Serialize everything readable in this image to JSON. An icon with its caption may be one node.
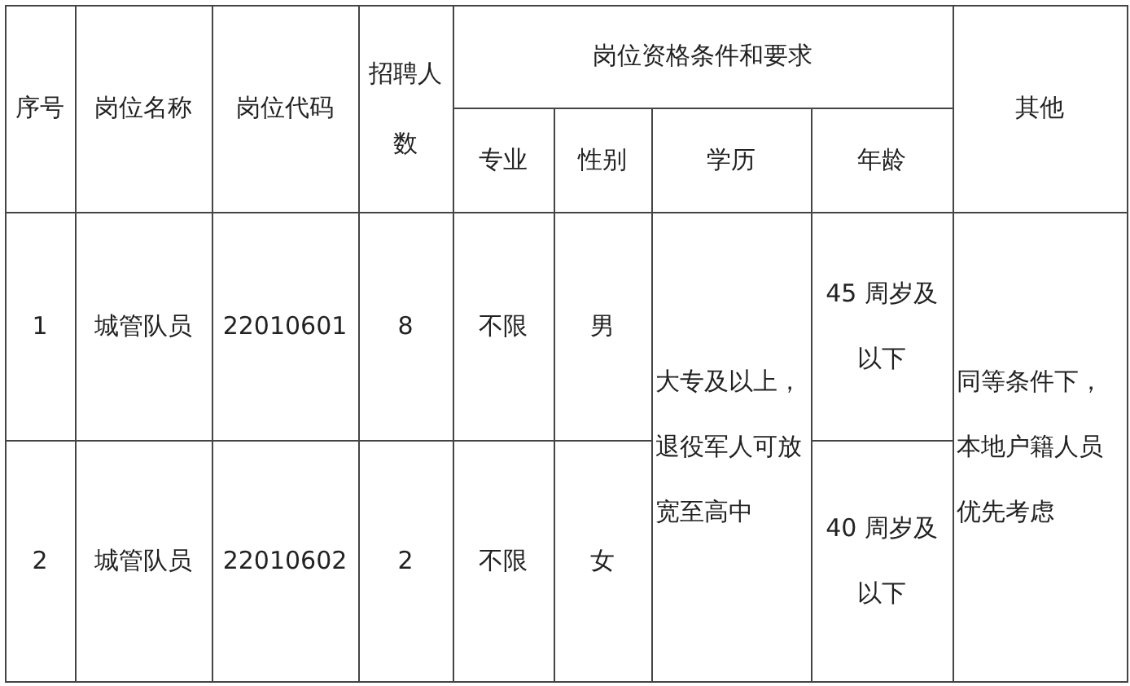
{
  "diagram": {
    "labels": [
      "序号",
      "岗位名称",
      "岗位代码",
      "招聘人数",
      "岗位资格条件和要求",
      "其他",
      "专业",
      "性别",
      "学历",
      "年龄",
      "1",
      "城管队员",
      "22010601",
      "8",
      "不限",
      "男",
      "大专及以上，退役军人可放宽至高中",
      "45 周岁及以下",
      "同等条件下，本地户籍人员优先考虑",
      "2",
      "城管队员",
      "22010602",
      "2",
      "不限",
      "女",
      "40 周岁及以下"
    ]
  }
}
